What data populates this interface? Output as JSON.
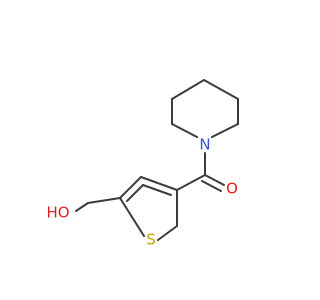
{
  "molecule": {
    "atoms": {
      "nitrogen": {
        "label": "N",
        "color": "#3b4fd6"
      },
      "carbonyl_oxygen": {
        "label": "O",
        "color": "#e02020"
      },
      "hydroxyl": {
        "label": "HO",
        "color": "#e02020"
      },
      "sulfur": {
        "label": "S",
        "color": "#c9a400"
      }
    },
    "bond_color": "#3b3b3b",
    "background": "#ffffff"
  }
}
